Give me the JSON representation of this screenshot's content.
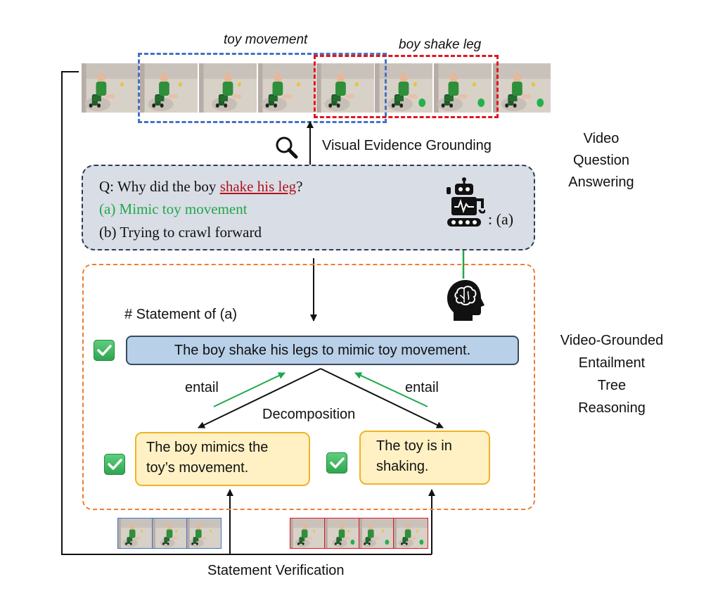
{
  "labels": {
    "toy_movement": "toy movement",
    "boy_shake_leg": "boy shake leg",
    "visual_grounding": "Visual Evidence Grounding",
    "vqa_line1": "Video",
    "vqa_line2": "Question",
    "vqa_line3": "Answering",
    "tree_line1": "Video-Grounded",
    "tree_line2": "Entailment",
    "tree_line3": "Tree",
    "tree_line4": "Reasoning",
    "statement_verification": "Statement Verification"
  },
  "qa": {
    "question_prefix": "Q: Why did the boy ",
    "question_highlight": "shake his leg",
    "question_suffix": "?",
    "option_a": "(a) Mimic toy movement",
    "option_b": "(b) Trying to crawl forward",
    "answer": ": (a)"
  },
  "tree": {
    "statement_header": "# Statement of (a)",
    "root": "The boy shake his legs to mimic toy movement.",
    "entail_left": "entail",
    "entail_right": "entail",
    "decomposition": "Decomposition",
    "child_left": "The boy mimics the toy’s movement.",
    "child_right": "The toy is in shaking."
  },
  "colors": {
    "blue_dash": "#4472c4",
    "red_dash": "#e0161e",
    "navy_dash": "#2b3a55",
    "orange_dash": "#ed7d31",
    "green": "#1fa84a",
    "qa_bg": "#d9dde6",
    "root_bg": "#b8d0e8",
    "child_bg": "#fff1c4",
    "child_border": "#f0b323",
    "highlight": "#b0121b"
  },
  "icons": [
    "magnifier-icon",
    "robot-icon",
    "brain-head-icon",
    "check-icon"
  ]
}
